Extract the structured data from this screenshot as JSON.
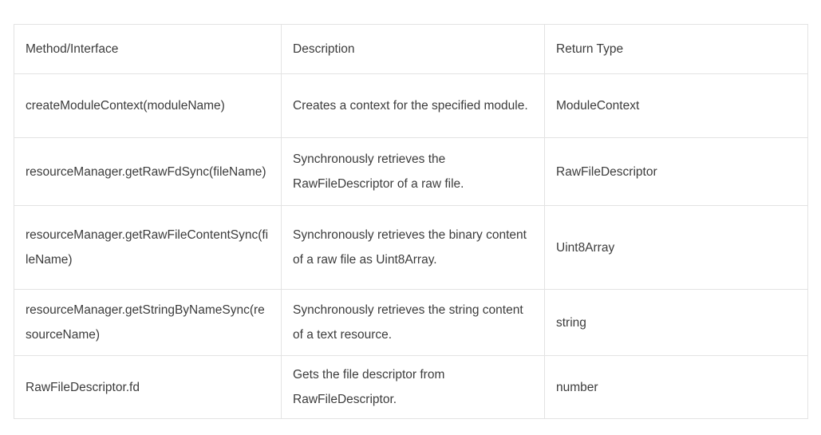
{
  "table": {
    "columns": [
      "Method/Interface",
      "Description",
      "Return Type"
    ],
    "rows": [
      {
        "method": "createModuleContext(moduleName)",
        "description": "Creates a context for the specified module.",
        "return_type": "ModuleContext"
      },
      {
        "method": "resourceManager.getRawFdSync(fileName)",
        "description": "Synchronously retrieves the RawFileDescriptor of a raw file.",
        "return_type": "RawFileDescriptor"
      },
      {
        "method": "resourceManager.getRawFileContentSync(fileName)",
        "description": "Synchronously retrieves the binary content of a raw file as Uint8Array.",
        "return_type": "Uint8Array"
      },
      {
        "method": "resourceManager.getStringByNameSync(resourceName)",
        "description": "Synchronously retrieves the string content of a text resource.",
        "return_type": "string"
      },
      {
        "method": "RawFileDescriptor.fd",
        "description": "Gets the file descriptor from RawFileDescriptor.",
        "return_type": "number"
      }
    ]
  },
  "colors": {
    "border": "#e3e3e3",
    "text": "#3c3c3c",
    "background": "#ffffff"
  }
}
